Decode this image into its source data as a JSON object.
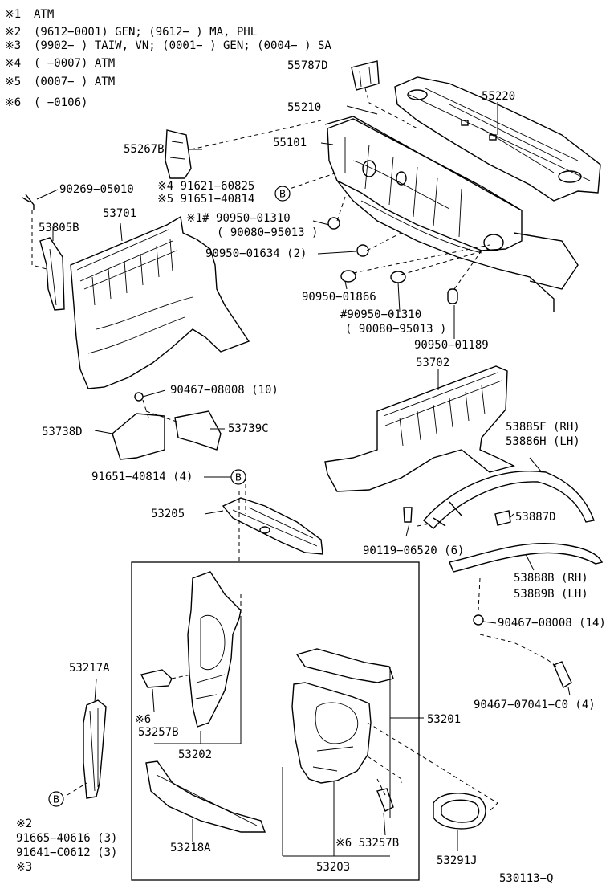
{
  "notes": [
    {
      "mark": "※1",
      "text": "ATM"
    },
    {
      "mark": "※2",
      "text": "(9612−0001) GEN; (9612−      ) MA, PHL"
    },
    {
      "mark": "※3",
      "text": "(9902−      ) TAIW, VN; (0001−      ) GEN; (0004−      ) SA"
    },
    {
      "mark": "※4",
      "text": "(      −0007) ATM"
    },
    {
      "mark": "※5",
      "text": "(0007−      ) ATM"
    },
    {
      "mark": "※6",
      "text": "(      −0106)"
    }
  ],
  "parts": {
    "p55787D": "55787D",
    "p55220": "55220",
    "p55210": "55210",
    "p55101": "55101",
    "p55267B": "55267B",
    "p90269": "90269−05010",
    "p91621": "※4 91621−60825",
    "p91651a": "※5 91651−40814",
    "p53805B": "53805B",
    "p53701": "53701",
    "p90950_01310a": "※1# 90950−01310",
    "p90080a": "( 90080−95013 )",
    "p90950_01634": "90950−01634 (2)",
    "p90950_01866": "90950−01866",
    "p90950_01310b": "#90950−01310",
    "p90080b": "( 90080−95013 )",
    "p90950_01189": "90950−01189",
    "p90467a": "90467−08008 (10)",
    "p53702": "53702",
    "p53738D": "53738D",
    "p53739C": "53739C",
    "p53885F": "53885F (RH)",
    "p53886H": "53886H (LH)",
    "p91651b": "91651−40814 (4)",
    "p53205": "53205",
    "p53887D": "53887D",
    "p90119": "90119−06520 (6)",
    "p53888B": "53888B (RH)",
    "p53889B": "53889B (LH)",
    "p90467b": "90467−08008 (14)",
    "p53217A": "53217A",
    "p53257Ba": "※6",
    "p53257Ba2": "53257B",
    "p53202": "53202",
    "p53201": "53201",
    "p90467c": "90467−07041−C0 (4)",
    "p91665": "※2",
    "p91665b": "91665−40616 (3)",
    "p91641": "91641−C0612 (3)",
    "p91641b": "※3",
    "p53218A": "53218A",
    "p53257Bb": "※6 53257B",
    "p53291J": "53291J",
    "p53203": "53203"
  },
  "refs": {
    "b1": "B",
    "b2": "B",
    "b3": "B"
  },
  "diagram_id": "530113−Q"
}
